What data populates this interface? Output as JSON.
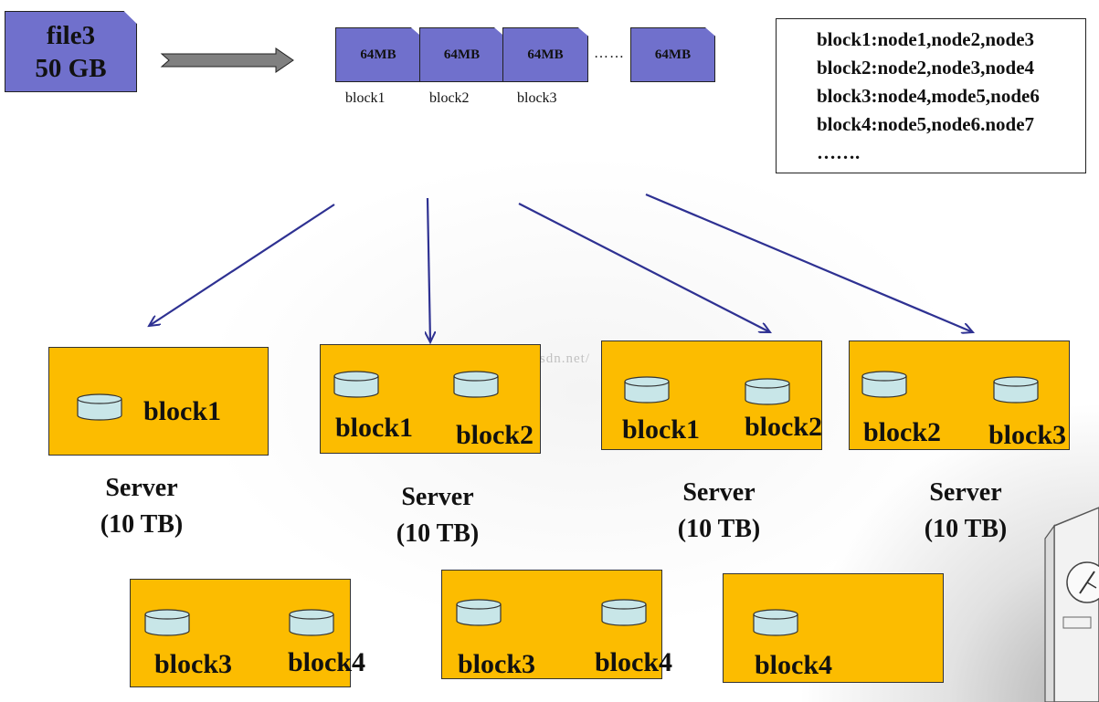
{
  "file": {
    "name": "file3",
    "size": "50 GB"
  },
  "blocks": [
    {
      "size": "64MB",
      "label": "block1"
    },
    {
      "size": "64MB",
      "label": "block2"
    },
    {
      "size": "64MB",
      "label": "block3"
    },
    {
      "size": "64MB",
      "label": ""
    }
  ],
  "blocks_ellipsis": "……",
  "metadata": {
    "lines": [
      "block1:node1,node2,node3",
      "block2:node2,node3,node4",
      "block3:node4,mode5,node6",
      "block4:node5,node6.node7",
      "……."
    ]
  },
  "servers": [
    {
      "blocks": [
        "block1"
      ]
    },
    {
      "blocks": [
        "block1",
        "block2"
      ]
    },
    {
      "blocks": [
        "block1",
        "block2"
      ]
    },
    {
      "blocks": [
        "block2",
        "block3"
      ]
    },
    {
      "blocks": [
        "block3",
        "block4"
      ]
    },
    {
      "blocks": [
        "block3",
        "block4"
      ]
    },
    {
      "blocks": [
        "block4"
      ]
    }
  ],
  "server_caption": {
    "line1": "Server",
    "line2": "(10 TB)"
  },
  "watermark": "http://blog.csdn.net/",
  "colors": {
    "block_fill": "#7070cc",
    "server_fill": "#fcbc00",
    "disk_fill": "#c8e6e8",
    "arrow": "#2e3192"
  }
}
